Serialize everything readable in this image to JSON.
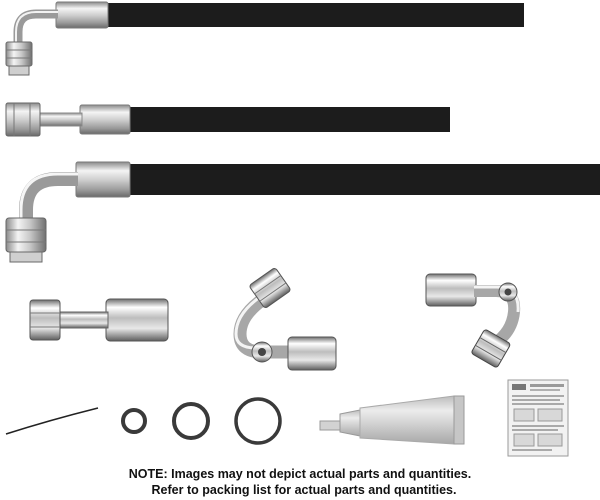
{
  "parts": [
    {
      "name": "hose-assembly-top",
      "description": "90-degree fitting with black hose"
    },
    {
      "name": "hose-assembly-straight",
      "description": "straight fitting with black hose"
    },
    {
      "name": "hose-assembly-90-long",
      "description": "90-degree fitting with long black hose"
    },
    {
      "name": "straight-crimp-fitting"
    },
    {
      "name": "bent-fitting-service-port"
    },
    {
      "name": "bent-fitting-pigtail"
    },
    {
      "name": "wire-tie"
    },
    {
      "name": "o-ring-small"
    },
    {
      "name": "o-ring-medium"
    },
    {
      "name": "o-ring-large"
    },
    {
      "name": "lubricant-tube"
    },
    {
      "name": "instruction-sheet"
    }
  ],
  "note": {
    "line1": "NOTE: Images may not depict actual parts and quantities.",
    "line2": "Refer to packing list for actual parts and quantities."
  },
  "colors": {
    "hose": "#1c1c1c",
    "metal": "#c9c9c9",
    "oring": "#3a3a3a",
    "tube": "#d8d8d8"
  }
}
